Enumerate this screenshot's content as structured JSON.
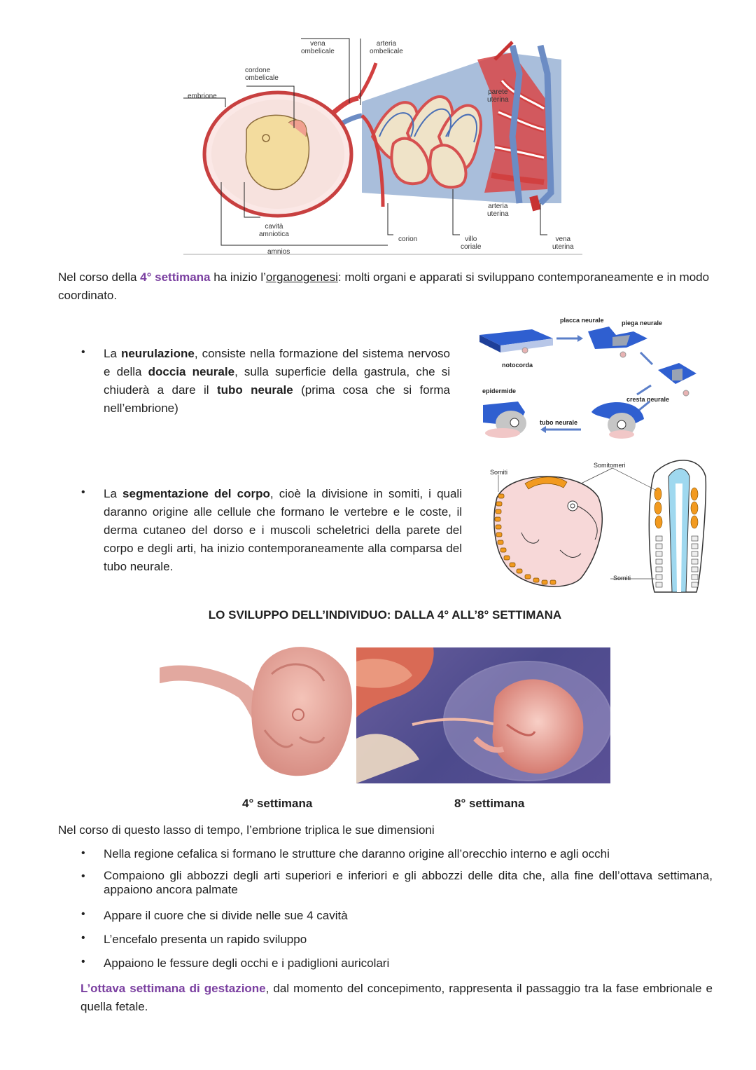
{
  "placenta_diagram": {
    "labels": {
      "embrione": "embrione",
      "vena_ombelicale": "vena\nombelicale",
      "arteria_ombelicale": "arteria\nombelicale",
      "cordone": "cordone\nombelicale",
      "parete": "parete\nuterina",
      "arteria_uterina": "arteria\nuterina",
      "cavita": "cavità\namniotica",
      "corion": "corion",
      "villo": "villo\ncoriale",
      "vena_uterina": "vena\nuterina",
      "amnios": "amnios"
    }
  },
  "intro": {
    "p1": "Nel corso della ",
    "highlight": "4° settimana",
    "p2": " ha inizio l’",
    "organogenesi": "organogenesi",
    "p3": ": molti organi e apparati si sviluppano contemporaneamente e in modo coordinato."
  },
  "neurulation": {
    "t1": "La ",
    "b1": "neurulazione",
    "t2": ", consiste nella formazione del sistema nervoso e della ",
    "b2": "doccia neurale",
    "t3": ", sulla superficie della gastrula, che si chiuderà a dare il ",
    "b3": "tubo neurale",
    "t4": " (prima cosa che si forma nell’embrione)",
    "figure": {
      "placca": "placca neurale",
      "piega": "piega neurale",
      "notocorda": "notocorda",
      "epidermide": "epidermide",
      "cresta": "cresta neurale",
      "tubo": "tubo neurale"
    }
  },
  "segmentation": {
    "t1": "La ",
    "b1": "segmentazione del corpo",
    "t2": ", cioè la divisione in somiti, i quali daranno origine alle cellule che formano le vertebre e le coste, il derma cutaneo del dorso e i muscoli scheletrici della parete del corpo e degli arti, ha inizio contemporaneamente alla comparsa del tubo neurale.",
    "figure": {
      "somiti": "Somiti",
      "somitomeri": "Somitomeri",
      "somiti2": "Somiti"
    }
  },
  "section_title": "LO SVILUPPO DELL’INDIVIDUO: DALLA 4° ALL’8° SETTIMANA",
  "photos": {
    "caption_left": "4° settimana",
    "caption_right": "8° settimana"
  },
  "growth": {
    "intro": "Nel corso di questo lasso di tempo, l’embrione triplica le sue dimensioni",
    "items": [
      "Nella regione cefalica si formano le strutture che daranno origine all’orecchio interno e agli occhi",
      "Compaiono gli abbozzi degli arti superiori e inferiori e gli abbozzi delle dita che, alla fine dell’ottava settimana, appaiono ancora palmate",
      "Appare il cuore che si divide nelle sue 4 cavità",
      "L’encefalo presenta un rapido sviluppo",
      "Appaiono le fessure degli occhi e i padiglioni auricolari"
    ]
  },
  "conclusion": {
    "highlight": "L’ottava settimana di gestazione",
    "rest": ", dal momento del concepimento, rappresenta il passaggio tra la fase embrionale e quella fetale."
  }
}
